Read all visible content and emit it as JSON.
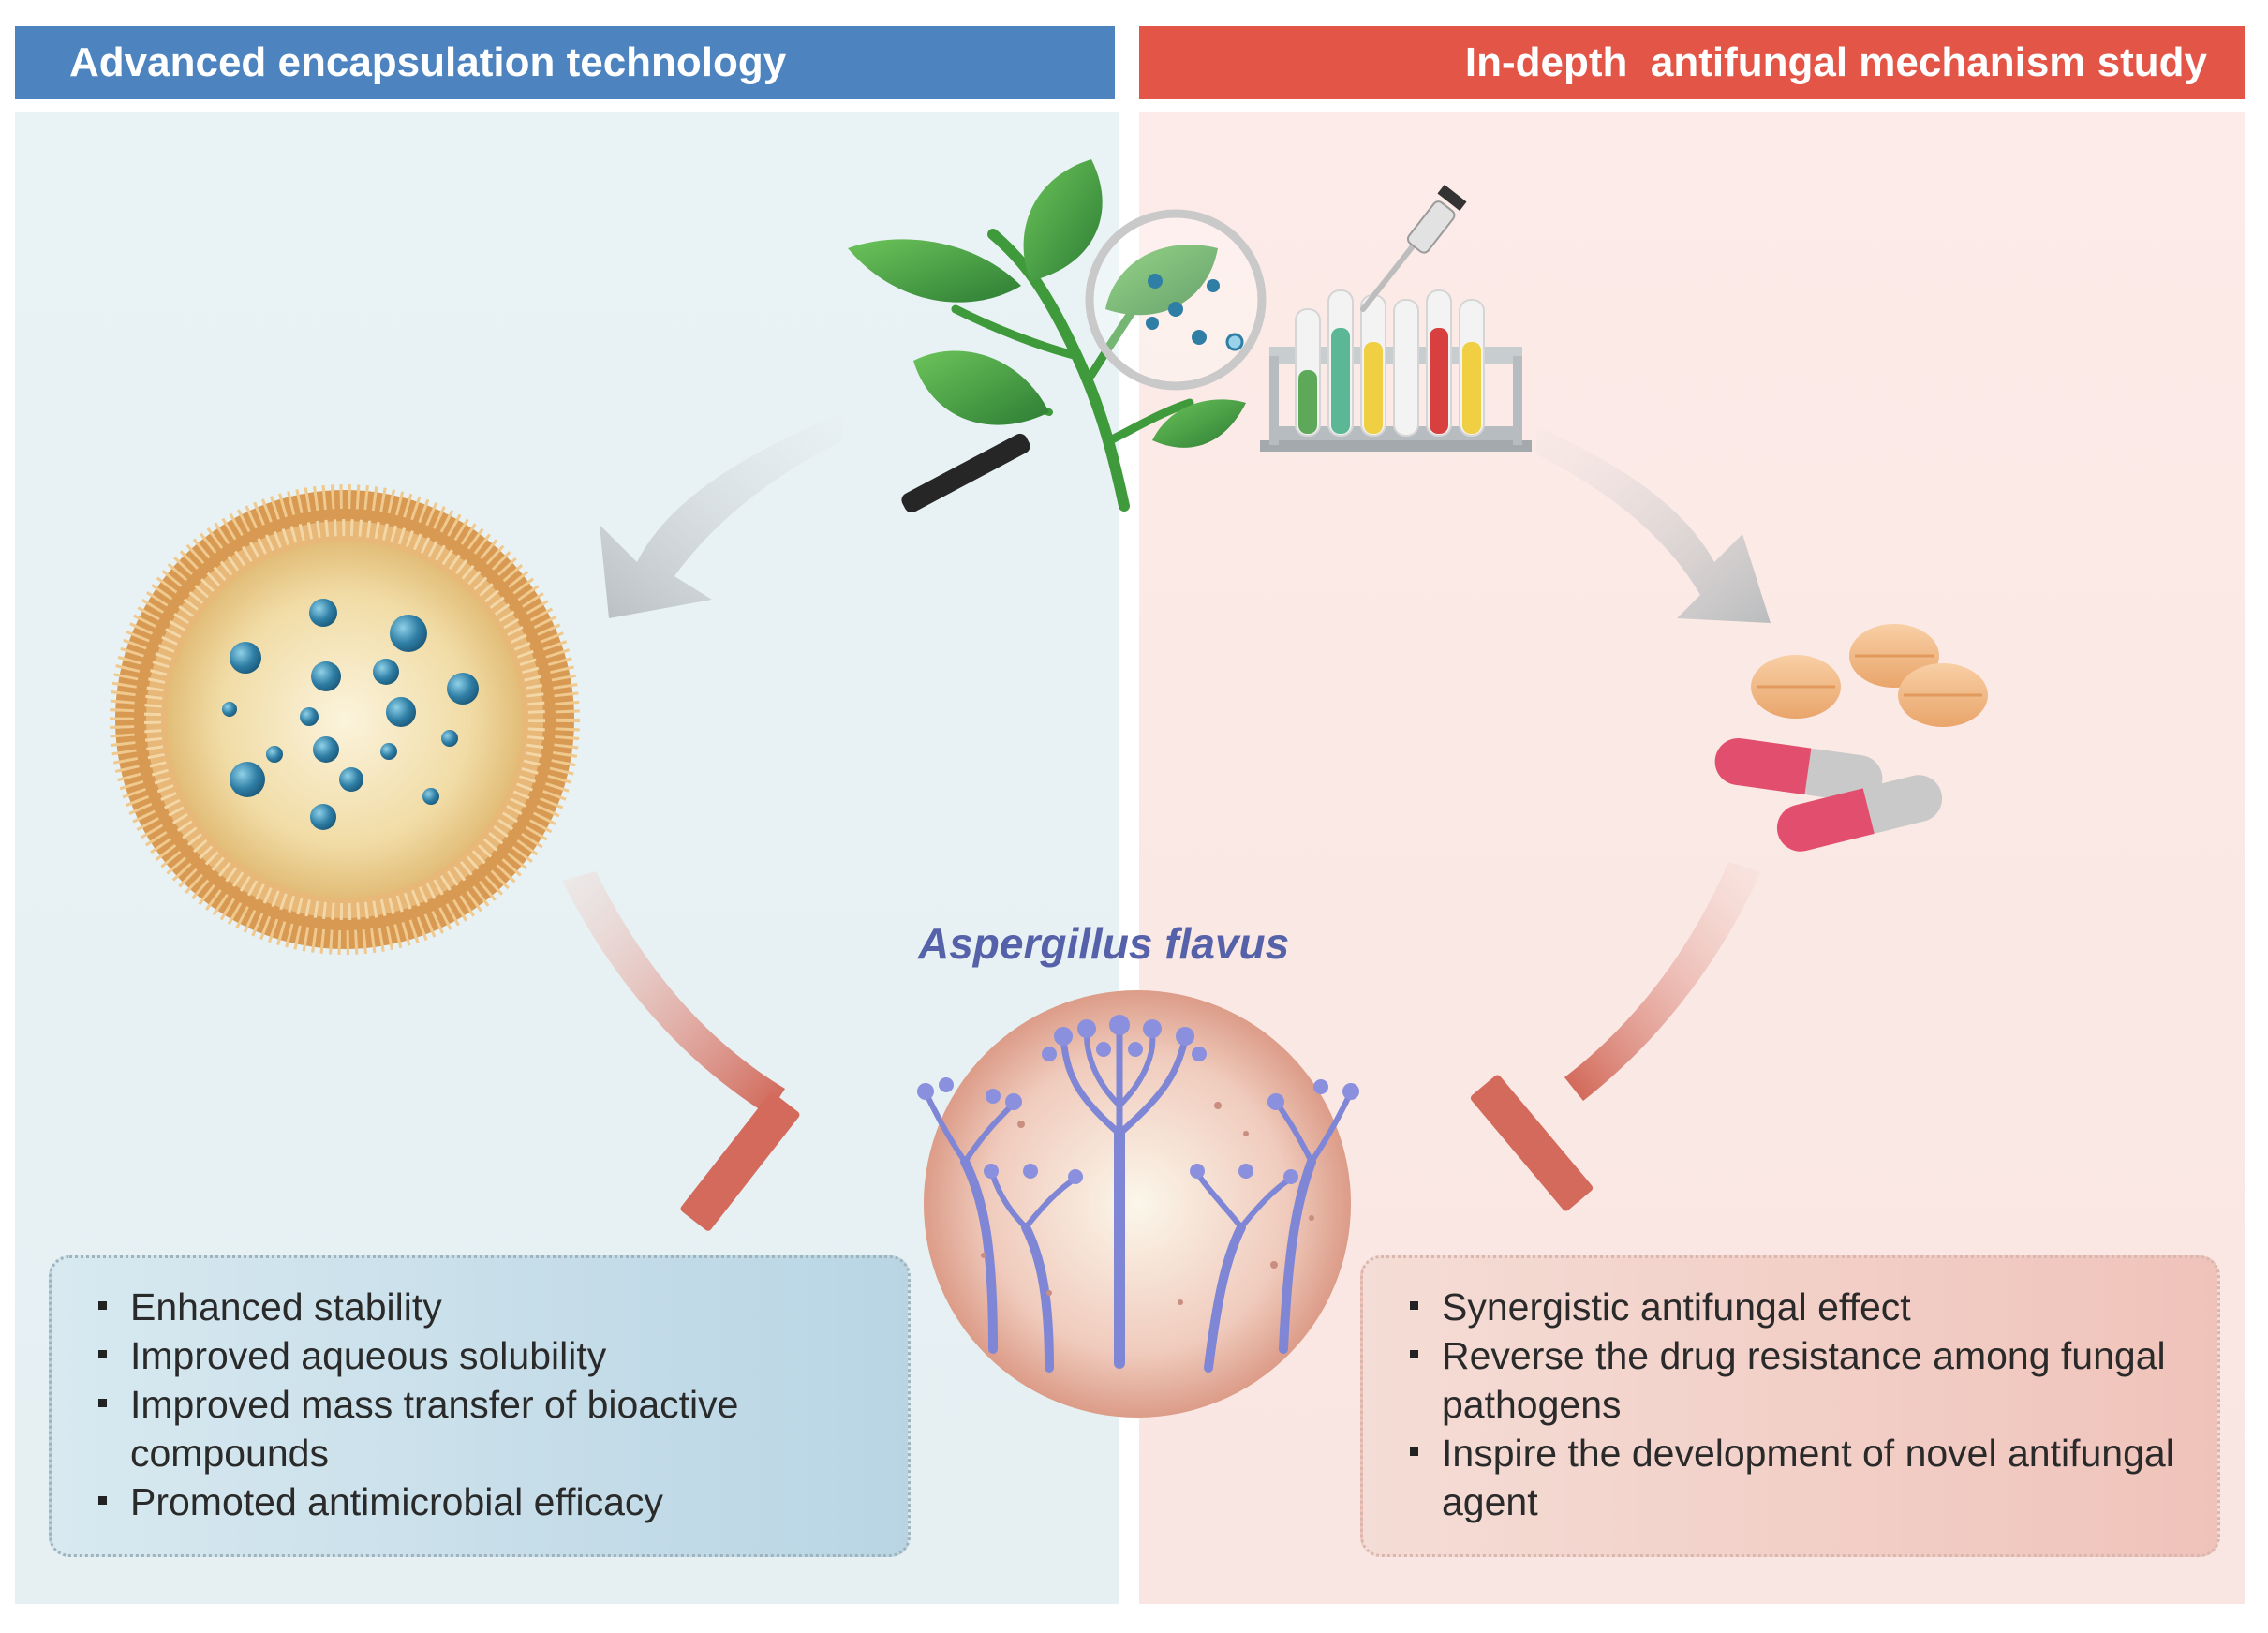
{
  "header": {
    "left_title": "Advanced encapsulation technology",
    "right_title": "In-depth  antifungal mechanism study"
  },
  "center": {
    "species_label": "Aspergillus flavus"
  },
  "left_box": {
    "items": [
      "Enhanced stability",
      "Improved aqueous solubility",
      "Improved mass transfer of bioactive compounds",
      "Promoted antimicrobial efficacy"
    ]
  },
  "right_box": {
    "items": [
      "Synergistic antifungal effect",
      "Reverse the drug resistance among fungal pathogens",
      "Inspire the development of novel antifungal agent"
    ]
  },
  "colors": {
    "left_header": "#4d84c0",
    "right_header": "#e35547",
    "species_text": "#5561a8",
    "inhibit_arrow": "#d46a5c"
  },
  "icons": {
    "top_left": "plant-with-magnifier-icon",
    "top_right": "test-tube-rack-pipette-icon",
    "left": "liposome-capsule-icon",
    "right": "pills-capsules-icon",
    "center": "aspergillus-fungus-icon"
  }
}
